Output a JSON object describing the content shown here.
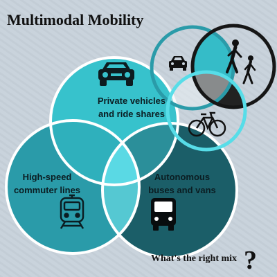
{
  "title": "Multimodal Mobility",
  "circles": {
    "top": {
      "line1": "Private vehicles",
      "line2": "and ride shares",
      "icon": "car-front-icon"
    },
    "left": {
      "line1": "High-speed",
      "line2": "commuter lines",
      "icon": "train-front-icon"
    },
    "right": {
      "line1": "Autonomous",
      "line2": "buses and vans",
      "icon": "bus-front-icon"
    }
  },
  "small_circles": {
    "icons": [
      "car-icon",
      "walking-people-icon",
      "bicycle-icon"
    ]
  },
  "question": {
    "text": "What's the right mix",
    "mark": "?"
  },
  "colors": {
    "background": "#c9d3dc",
    "top_circle": "#37c2cc",
    "left_circle": "#2a9ba9",
    "right_circle": "#1b5e68",
    "center_overlap": "#5ad9e4",
    "small_fill": "#35bcc8"
  }
}
